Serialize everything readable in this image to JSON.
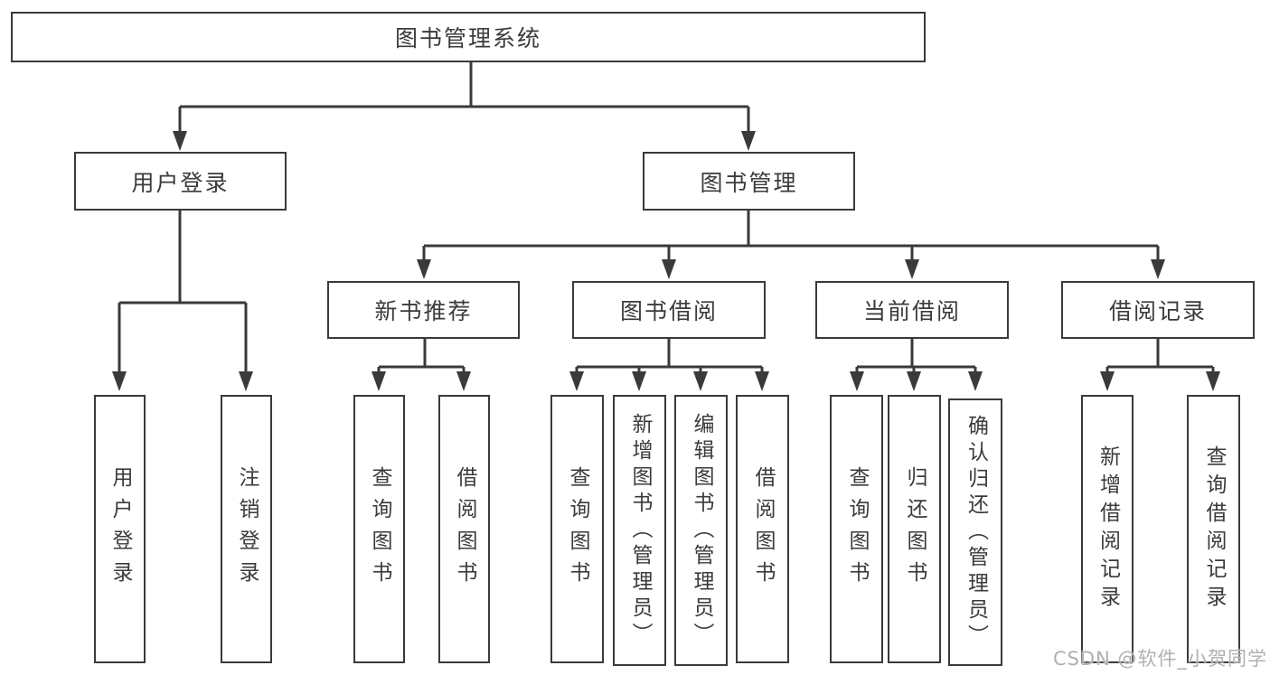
{
  "diagram_title": "图书管理系统",
  "colors": {
    "line": "#3a3a3a",
    "box_border": "#3a3a3a",
    "text": "#3b3b3b",
    "background": "#ffffff",
    "watermark": "#b0b0b0"
  },
  "tree": {
    "label": "图书管理系统",
    "children": [
      {
        "label": "用户登录",
        "children": [
          {
            "label": "用户登录"
          },
          {
            "label": "注销登录"
          }
        ]
      },
      {
        "label": "图书管理",
        "children": [
          {
            "label": "新书推荐",
            "children": [
              {
                "label": "查询图书"
              },
              {
                "label": "借阅图书"
              }
            ]
          },
          {
            "label": "图书借阅",
            "children": [
              {
                "label": "查询图书"
              },
              {
                "label": "新增图书（管理员）"
              },
              {
                "label": "编辑图书（管理员）"
              },
              {
                "label": "借阅图书"
              }
            ]
          },
          {
            "label": "当前借阅",
            "children": [
              {
                "label": "查询图书"
              },
              {
                "label": "归还图书"
              },
              {
                "label": "确认归还（管理员）"
              }
            ]
          },
          {
            "label": "借阅记录",
            "children": [
              {
                "label": "新增借阅记录"
              },
              {
                "label": "查询借阅记录"
              }
            ]
          }
        ]
      }
    ]
  },
  "watermark": {
    "text": "CSDN @软件_小贺同学"
  }
}
